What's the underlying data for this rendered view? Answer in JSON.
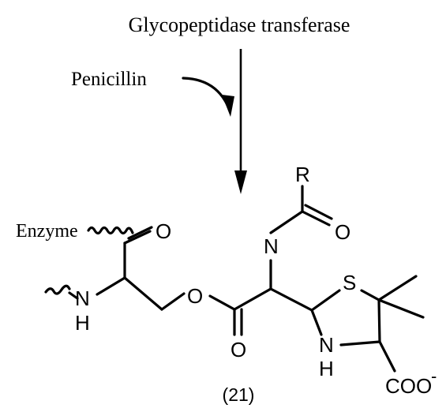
{
  "scheme": {
    "enzyme_title": "Glycopeptidase transferase",
    "reactant": "Penicillin",
    "compound_number": "(21)"
  },
  "structure": {
    "enzyme_label": "Enzyme",
    "atoms": {
      "o_acyl_serine": "O",
      "nh_serine": "N",
      "nh_serine_h": "H",
      "o_ester": "O",
      "o_carbonyl": "O",
      "n_amide": "N",
      "r_group": "R",
      "o_amide": "O",
      "s_ring": "S",
      "nh_ring": "N",
      "nh_ring_h": "H",
      "carboxylate": "COO",
      "carboxylate_charge": "-"
    }
  }
}
